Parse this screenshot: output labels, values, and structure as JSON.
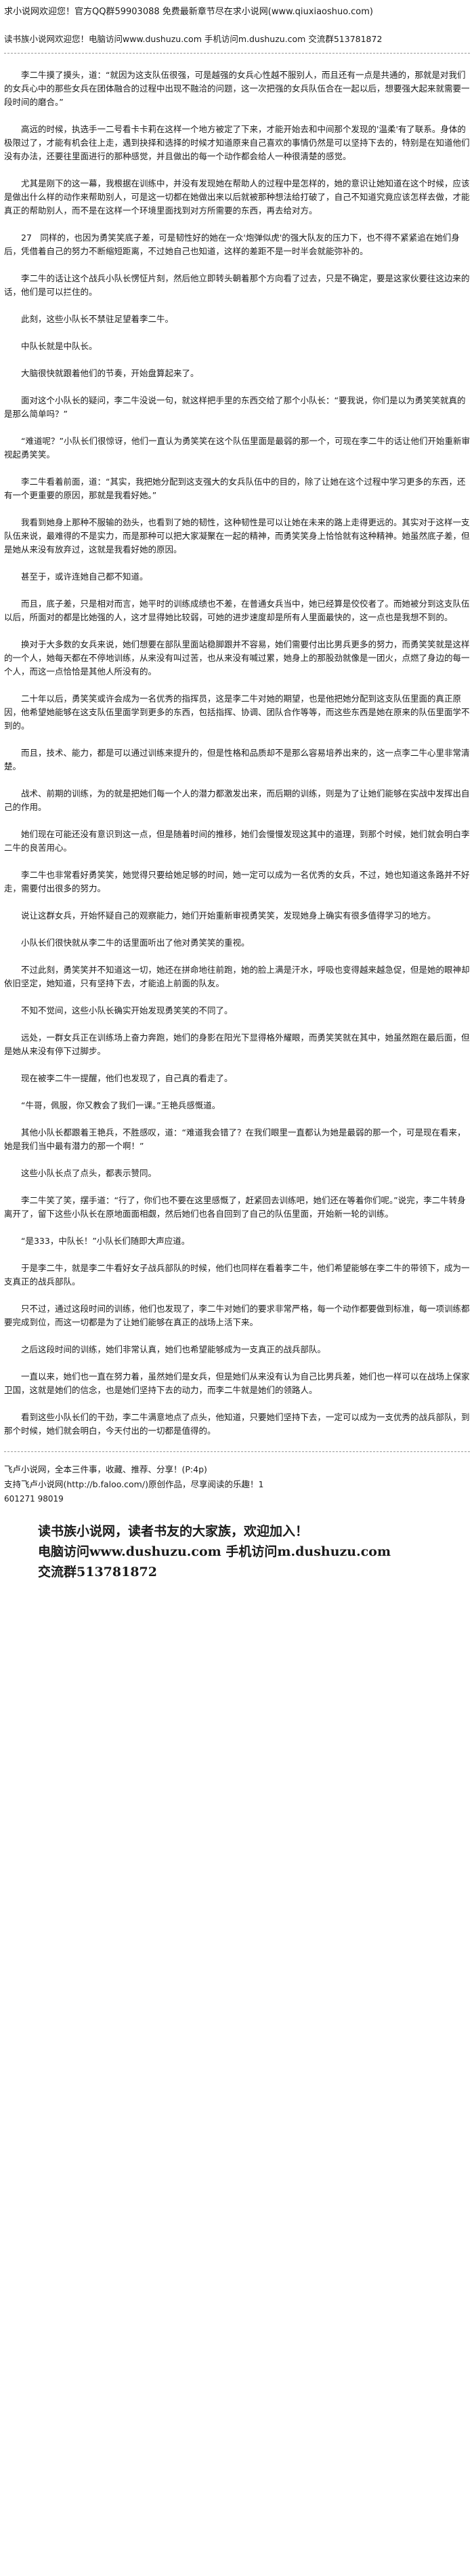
{
  "header": {
    "top_line": "求小说网欢迎您！官方QQ群59903088 免费最新章节尽在求小说网(www.qiuxiaoshuo.com)",
    "site_line": "读书族小说网欢迎您！电脑访问www.dushuzu.com 手机访问m.dushuzu.com 交流群513781872"
  },
  "paragraphs": [
    {
      "id": "p01",
      "gap": 0,
      "text": "李二牛摸了摸头，道：“就因为这支队伍很强，可是越强的女兵心性越不服别人，而且还有一点是共通的，那就是对我们的女兵心中的那些女兵在团体融合的过程中出现不融洽的问题，这一次把强的女兵队伍合在一起以后，想要强大起来就需要一段时间的磨合。”"
    },
    {
      "id": "p02",
      "gap": 20,
      "text": "高远的时候，执选手一二号看卡卡莉在这样一个地方被定了下来，才能开始去和中间那个发现的'温柔'有了联系。身体的极限过了，才能有机会往上走，遇到抉择和选择的时候才知道原来自己喜欢的事情仍然是可以坚持下去的，特别是在知道他们没有办法，还要往里面进行的那种感觉，并且做出的每一个动作都会给人一种很清楚的感觉。"
    },
    {
      "id": "p03",
      "gap": 20,
      "text": "尤其是刚下的这一幕，我根据在训练中，并没有发现她在帮助人的过程中是怎样的，她的意识让她知道在这个时候，应该是做出什么样的动作来帮助别人，可是这一切都在她做出来以后就被那种想法给打破了，自己不知道究竟应该怎样去做，才能真正的帮助别人，而不是在这样一个环境里面找到对方所需要的东西，再去给对方。"
    },
    {
      "id": "p04",
      "gap": 20,
      "text": "27　同样的，也因为勇笑笑底子差，可是韧性好的她在一众'炮弹似虎'的强大队友的压力下，也不得不紧紧追在她们身后，凭借着自己的努力不断缩短距离，不过她自己也知道，这样的差距不是一时半会就能弥补的。"
    },
    {
      "id": "p05",
      "gap": 20,
      "text": "李二牛的话让这个战兵小队长愣怔片刻，然后他立即转头朝着那个方向看了过去，只是不确定，要是这家伙要往这边来的话，他们是可以拦住的。"
    },
    {
      "id": "p06",
      "gap": 20,
      "text": "此刻，这些小队长不禁驻足望着李二牛。"
    },
    {
      "id": "p07",
      "gap": 20,
      "text": "中队长就是中队长。"
    },
    {
      "id": "p08",
      "gap": 20,
      "text": "大脑很快就跟着他们的节奏，开始盘算起来了。"
    },
    {
      "id": "p09",
      "gap": 20,
      "text": "面对这个小队长的疑问，李二牛没说一句，就这样把手里的东西交给了那个小队长：“要我说，你们是以为勇笑笑就真的是那么简单吗？”"
    },
    {
      "id": "p10",
      "gap": 20,
      "text": "“难道呢？”小队长们很惊讶，他们一直认为勇笑笑在这个队伍里面是最弱的那一个，可现在李二牛的话让他们开始重新审视起勇笑笑。"
    },
    {
      "id": "p11",
      "gap": 20,
      "text": "李二牛看着前面，道：“其实，我把她分配到这支强大的女兵队伍中的目的，除了让她在这个过程中学习更多的东西，还有一个更重要的原因，那就是我看好她。”"
    },
    {
      "id": "p12",
      "gap": 20,
      "text": "我看到她身上那种不服输的劲头，也看到了她的韧性，这种韧性是可以让她在未来的路上走得更远的。其实对于这样一支队伍来说，最难得的不是实力，而是那种可以把大家凝聚在一起的精神，而勇笑笑身上恰恰就有这种精神。她虽然底子差，但是她从来没有放弃过，这就是我看好她的原因。"
    },
    {
      "id": "p13",
      "gap": 20,
      "text": "甚至于，或许连她自己都不知道。"
    },
    {
      "id": "p14",
      "gap": 20,
      "text": "而且，底子差，只是相对而言，她平时的训练成绩也不差，在普通女兵当中，她已经算是佼佼者了。而她被分到这支队伍以后，所面对的都是比她强的人，这才显得她比较弱，可她的进步速度却是所有人里面最快的，这一点也是我想不到的。"
    },
    {
      "id": "p15",
      "gap": 20,
      "text": "换对于大多数的女兵来说，她们想要在部队里面站稳脚跟并不容易，她们需要付出比男兵更多的努力，而勇笑笑就是这样的一个人，她每天都在不停地训练，从来没有叫过苦，也从来没有喊过累，她身上的那股劲就像是一团火，点燃了身边的每一个人，而这一点恰恰是其他人所没有的。"
    },
    {
      "id": "p16",
      "gap": 20,
      "text": "二十年以后，勇笑笑或许会成为一名优秀的指挥员，这是李二牛对她的期望，也是他把她分配到这支队伍里面的真正原因，他希望她能够在这支队伍里面学到更多的东西，包括指挥、协调、团队合作等等，而这些东西是她在原来的队伍里面学不到的。"
    },
    {
      "id": "p17",
      "gap": 20,
      "text": "而且，技术、能力，都是可以通过训练来提升的，但是性格和品质却不是那么容易培养出来的，这一点李二牛心里非常清楚。"
    },
    {
      "id": "p18",
      "gap": 20,
      "text": "战术、前期的训练，为的就是把她们每一个人的潜力都激发出来，而后期的训练，则是为了让她们能够在实战中发挥出自己的作用。"
    },
    {
      "id": "p19",
      "gap": 20,
      "text": "她们现在可能还没有意识到这一点，但是随着时间的推移，她们会慢慢发现这其中的道理，到那个时候，她们就会明白李二牛的良苦用心。"
    },
    {
      "id": "p20",
      "gap": 20,
      "text": "李二牛也非常看好勇笑笑，她觉得只要给她足够的时间，她一定可以成为一名优秀的女兵，不过，她也知道这条路并不好走，需要付出很多的努力。"
    },
    {
      "id": "p21",
      "gap": 20,
      "text": "说让这群女兵，开始怀疑自己的观察能力，她们开始重新审视勇笑笑，发现她身上确实有很多值得学习的地方。"
    },
    {
      "id": "p22",
      "gap": 20,
      "text": "小队长们很快就从李二牛的话里面听出了他对勇笑笑的重视。"
    },
    {
      "id": "p23",
      "gap": 20,
      "text": "不过此刻，勇笑笑并不知道这一切，她还在拼命地往前跑，她的脸上满是汗水，呼吸也变得越来越急促，但是她的眼神却依旧坚定，她知道，只有坚持下去，才能追上前面的队友。"
    },
    {
      "id": "p24",
      "gap": 20,
      "text": "不知不觉间，这些小队长确实开始发现勇笑笑的不同了。"
    },
    {
      "id": "p25",
      "gap": 20,
      "text": "远处，一群女兵正在训练场上奋力奔跑，她们的身影在阳光下显得格外耀眼，而勇笑笑就在其中，她虽然跑在最后面，但是她从来没有停下过脚步。"
    },
    {
      "id": "p26",
      "gap": 20,
      "text": "现在被李二牛一提醒，他们也发现了，自己真的看走了。"
    },
    {
      "id": "p27",
      "gap": 20,
      "text": "“牛哥，佩服，你又教会了我们一课。”王艳兵感慨道。"
    },
    {
      "id": "p28",
      "gap": 20,
      "text": "其他小队长都跟着王艳兵，不胜感叹，道：“难道我会错了？在我们眼里一直都认为她是最弱的那一个，可是现在看来，她是我们当中最有潜力的那一个啊！”"
    },
    {
      "id": "p29",
      "gap": 20,
      "text": "这些小队长点了点头，都表示赞同。"
    },
    {
      "id": "p30",
      "gap": 20,
      "text": "李二牛笑了笑，摆手道：“行了，你们也不要在这里感慨了，赶紧回去训练吧，她们还在等着你们呢。”说完，李二牛转身离开了，留下这些小队长在原地面面相觑，然后她们也各自回到了自己的队伍里面，开始新一轮的训练。"
    },
    {
      "id": "p31",
      "gap": 20,
      "text": "“是333，中队长！”小队长们随即大声应道。"
    },
    {
      "id": "p32",
      "gap": 20,
      "text": "于是李二牛，就是李二牛看好女子战兵部队的时候，他们也同样在看着李二牛，他们希望能够在李二牛的带领下，成为一支真正的战兵部队。"
    },
    {
      "id": "p33",
      "gap": 20,
      "text": "只不过，通过这段时间的训练，他们也发现了，李二牛对她们的要求非常严格，每一个动作都要做到标准，每一项训练都要完成到位，而这一切都是为了让她们能够在真正的战场上活下来。"
    },
    {
      "id": "p34",
      "gap": 20,
      "text": "之后这段时间的训练，她们非常认真，她们也希望能够成为一支真正的战兵部队。"
    },
    {
      "id": "p35",
      "gap": 20,
      "text": "一直以来，她们也一直在努力着，虽然她们是女兵，但是她们从来没有认为自己比男兵差，她们也一样可以在战场上保家卫国，这就是她们的信念，也是她们坚持下去的动力，而李二牛就是她们的领路人。"
    },
    {
      "id": "p36",
      "gap": 20,
      "text": "看到这些小队长们的干劲，李二牛满意地点了点头，他知道，只要她们坚持下去，一定可以成为一支优秀的战兵部队，到那个时候，她们就会明白，今天付出的一切都是值得的。"
    }
  ],
  "footer": {
    "author_line": "飞卢小说网，全本三件事，收藏、推荐、分享！(P:4p)",
    "link_line": "支持飞卢小说网(http://b.faloo.com/)原创作品，尽享阅读的乐趣！1",
    "id_line": "601271 98019"
  },
  "promo": {
    "line1": "读书族小说网，读者书友的大家族，欢迎加入！",
    "line2": "电脑访问www.dushuzu.com 手机访问m.dushuzu.com",
    "line3": "交流群513781872"
  }
}
